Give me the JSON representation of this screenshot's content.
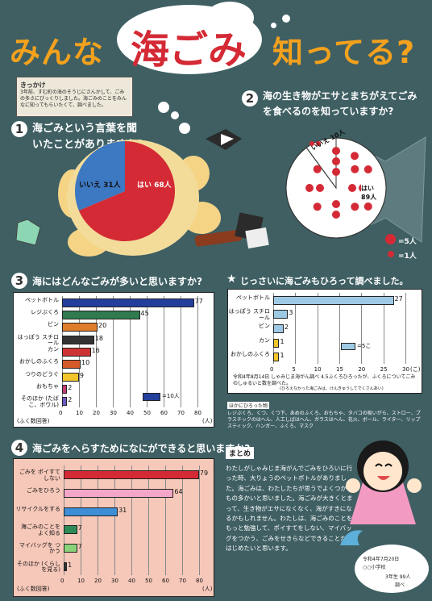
{
  "title": {
    "left": "みんな",
    "center": "海ごみ",
    "right": "知ってる?"
  },
  "intro": {
    "heading": "きっかけ",
    "body": "3年前、すむ町の海のそうじにさんかして、ごみの多さにびっくりしました。海ごみのことをみんなに知ってもらいたくて、調べました。"
  },
  "q1": {
    "number": "1",
    "question": "海ごみという言葉を聞いたことがありますか?",
    "chart_data": {
      "type": "pie",
      "categories": [
        "はい",
        "いいえ"
      ],
      "values": [
        68,
        31
      ],
      "labels": [
        "はい 68人",
        "いいえ 31人"
      ]
    }
  },
  "q2": {
    "number": "2",
    "question": "海の生き物がエサとまちがえてごみを食べるのを知っていますか?",
    "chart_data": {
      "type": "pie",
      "categories": [
        "はい",
        "いいえ"
      ],
      "values": [
        89,
        10
      ],
      "labels": [
        "はい 89人",
        "いいえ 10人"
      ]
    },
    "legend": [
      {
        "label": "=5人"
      },
      {
        "label": "=1人"
      }
    ]
  },
  "q3": {
    "number": "3",
    "question": "海にはどんなごみが多いと思いますか?",
    "unit_left": "(ふく数回答)",
    "unit_right": "(人)",
    "legend": "=10人",
    "chart_data": {
      "type": "bar",
      "categories": [
        "ペットボトル",
        "レジぶくろ",
        "ビン",
        "はっぽう スチロール",
        "カン",
        "おかしのふくろ",
        "つりのどうぐ",
        "おもちゃ",
        "そのほか (たばこ、ボウル)"
      ],
      "values": [
        77,
        45,
        20,
        18,
        16,
        10,
        9,
        2,
        2
      ],
      "xlim": [
        0,
        80
      ],
      "ticks": [
        "0",
        "10",
        "20",
        "30",
        "40",
        "50",
        "60",
        "70",
        "80"
      ]
    }
  },
  "survey": {
    "question": "じっさいに海ごみもひろって調べました。",
    "note": "令和4年8月14日 しゃみじま海がん調べ 4.5ふくろひろったが、ふくろについてごみのしゅるいと数を調べた。",
    "note2": "(ひろえなかった海ごみは、けんきゅうしてでくさんあい)",
    "unit": "(こ)",
    "legend": "=5こ",
    "others_heading": "ほかにひろった物",
    "others": "レジぶくろ、くつ、くつ下、あめのふくろ、おもちゃ、タバコの吸いがら、ストロー、プラスチックのはへん、人工しばはへん、ガラスはへん、花火、ボール、ライター、リップスティック、ハンガー、ふくろ、マスク",
    "chart_data": {
      "type": "bar",
      "categories": [
        "ペットボトル",
        "はっぽう スチロール",
        "ビン",
        "カン",
        "おかしのふくろ"
      ],
      "values": [
        27,
        3,
        2,
        1,
        1
      ],
      "xlim": [
        0,
        30
      ],
      "ticks": [
        "0",
        "5",
        "10",
        "15",
        "20",
        "25",
        "30"
      ]
    }
  },
  "q4": {
    "number": "4",
    "question": "海ごみをへらすためになにができると思いますか?",
    "unit_left": "(ふく数回答)",
    "unit_right": "(人)",
    "chart_data": {
      "type": "bar",
      "categories": [
        "ごみを ポイすてしない",
        "ごみをひろう",
        "リサイクルをする",
        "海ごみのことを よく知る",
        "マイバッグを つかう",
        "そのほか (くらしを見る)"
      ],
      "values": [
        79,
        64,
        31,
        7,
        7,
        1
      ],
      "xlim": [
        0,
        80
      ],
      "ticks": [
        "0",
        "10",
        "20",
        "30",
        "40",
        "50",
        "60",
        "70",
        "80"
      ]
    }
  },
  "summary": {
    "heading": "まとめ",
    "body": "わたしがしゃみじま海がんでごみをひろいに行った時、大りょうのペットボトルがありました。海ごみは、わたしたちが思うでよくつかうもの多かいと思いました。海ごみが大きくとまって、生き物がエサになくなく、海がすきになるかもしれません。わたしは、海ごみのことをもっと勉強して、ポイすてをしない、マイバッグをつかう、ごみをせきらなどできることからはじめたいと思います。",
    "date": "令和4年7月20日",
    "school": "○○小学校",
    "grade": "3年生 99人",
    "survey_label": "調べ"
  },
  "colors": {
    "background": "#3f5f63",
    "accent": "#f4a11d",
    "red": "#d42a35",
    "blue": "#3d78c2",
    "pink_panel": "#f6c8b9"
  }
}
